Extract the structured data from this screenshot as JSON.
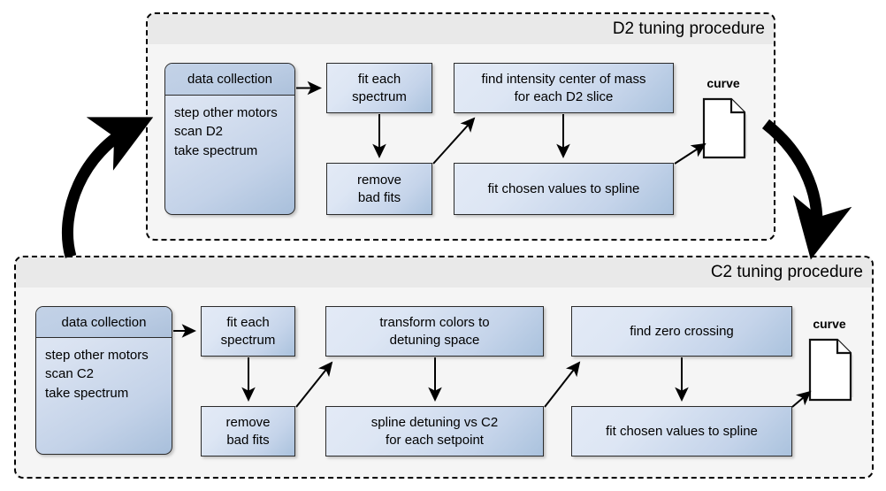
{
  "diagram": {
    "title_d2": "D2 tuning procedure",
    "title_c2": "C2 tuning procedure",
    "accent_box_fill": "#c9d8ec",
    "accent_box_stroke": "#2b2b2b",
    "group_bg": "#f5f5f5",
    "group_title_bg": "#e9e9e9"
  },
  "d2": {
    "title": "D2 tuning procedure",
    "data_collection": {
      "header": "data collection",
      "lines": [
        "step other motors",
        "scan D2",
        "take spectrum"
      ]
    },
    "steps": {
      "fit_each_spectrum": [
        "fit each",
        "spectrum"
      ],
      "remove_bad_fits": [
        "remove",
        "bad fits"
      ],
      "find_intensity": [
        "find intensity center of mass",
        "for each D2 slice"
      ],
      "fit_spline": [
        "fit chosen values to spline"
      ]
    },
    "output": {
      "label": "curve",
      "icon": "document-icon"
    }
  },
  "c2": {
    "title": "C2 tuning procedure",
    "data_collection": {
      "header": "data collection",
      "lines": [
        "step other motors",
        "scan C2",
        "take spectrum"
      ]
    },
    "steps": {
      "fit_each_spectrum": [
        "fit each",
        "spectrum"
      ],
      "remove_bad_fits": [
        "remove",
        "bad fits"
      ],
      "transform_colors": [
        "transform colors to",
        "detuning space"
      ],
      "spline_detuning": [
        "spline detuning vs C2",
        "for each setpoint"
      ],
      "find_zero_crossing": [
        "find zero crossing"
      ],
      "fit_spline": [
        "fit chosen values to spline"
      ]
    },
    "output": {
      "label": "curve",
      "icon": "document-icon"
    }
  }
}
